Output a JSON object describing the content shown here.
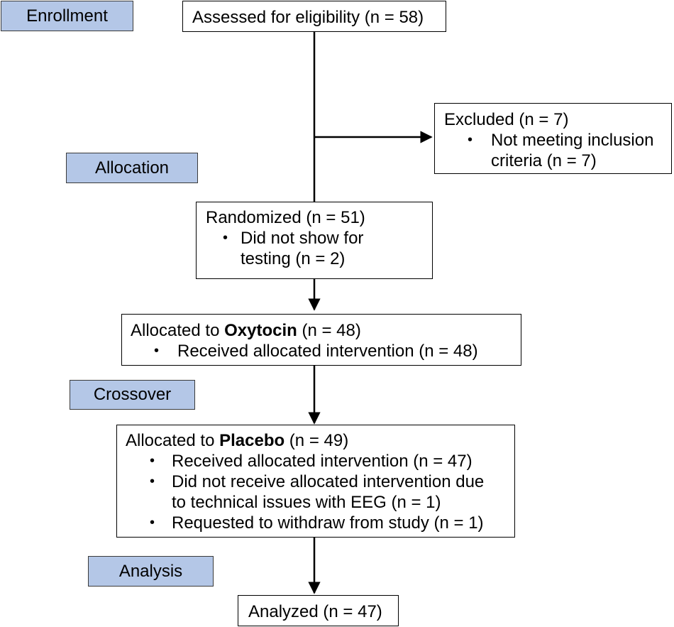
{
  "stages": {
    "enrollment": "Enrollment",
    "allocation": "Allocation",
    "crossover": "Crossover",
    "analysis": "Analysis"
  },
  "assessed": {
    "text": "Assessed for eligibility (n = 58)"
  },
  "excluded": {
    "title": "Excluded (n = 7)",
    "bullets": [
      "Not meeting inclusion",
      "criteria (n = 7)"
    ]
  },
  "randomized": {
    "title": "Randomized (n = 51)",
    "bullets": [
      "Did not show for",
      "testing (n = 2)"
    ]
  },
  "oxytocin": {
    "prefix": "Allocated to ",
    "drug": "Oxytocin",
    "suffix": " (n = 48)",
    "bullets": [
      "Received allocated intervention (n = 48)"
    ]
  },
  "placebo": {
    "prefix": "Allocated to ",
    "drug": "Placebo",
    "suffix": " (n = 49)",
    "bullets": [
      "Received allocated intervention (n = 47)",
      "Did not receive allocated intervention due",
      "to technical issues with EEG (n = 1)",
      "Requested to withdraw from study (n = 1)"
    ]
  },
  "analyzed": {
    "text": "Analyzed (n = 47)"
  },
  "bullet_glyph": "•",
  "colors": {
    "stage_fill": "#b4c7e7",
    "box_border": "#000000",
    "arrow": "#000000"
  }
}
